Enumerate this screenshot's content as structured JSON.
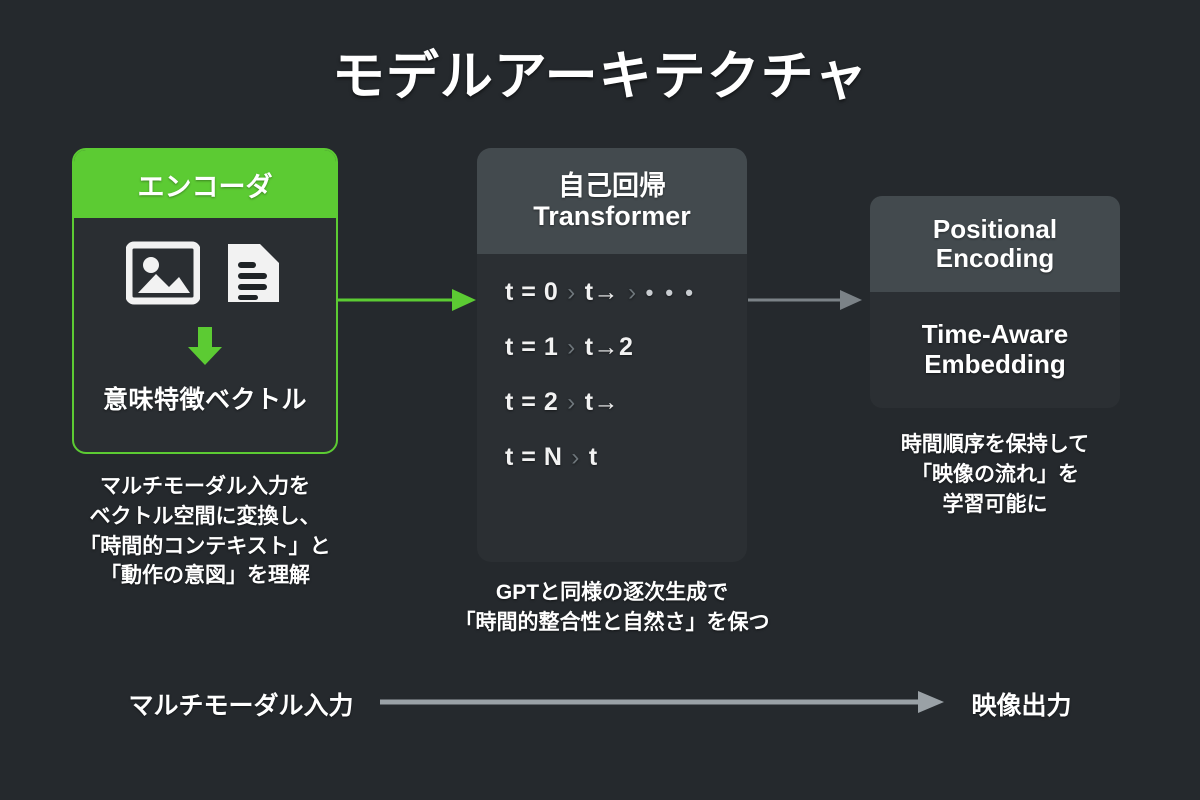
{
  "title": "モデルアーキテクチャ",
  "colors": {
    "background": "#25292d",
    "accent_green": "#5ccb33",
    "card_dark": "#2b2f33",
    "card_header_gray": "#434a4e",
    "text": "#ffffff",
    "muted_gray": "#8a9196"
  },
  "encoder": {
    "header": "エンコーダ",
    "icons": [
      "image-icon",
      "document-icon",
      "down-arrow-icon"
    ],
    "vector_label": "意味特徴ベクトル",
    "caption": [
      "マルチモーダル入力を",
      "ベクトル空間に変換し、",
      "「時間的コンテキスト」と",
      "「動作の意図」を理解"
    ]
  },
  "transformer": {
    "header_line1": "自己回帰",
    "header_line2": "Transformer",
    "steps": [
      {
        "label": "t = 0",
        "chevron": "›",
        "target": "t→",
        "dots": "• • •"
      },
      {
        "label": "t = 1",
        "chevron": "›",
        "target": "t→2",
        "dots": ""
      },
      {
        "label": "t = 2",
        "chevron": "›",
        "target": "t→",
        "dots": ""
      },
      {
        "label": "t = N",
        "chevron": "›",
        "target": "t",
        "dots": ""
      }
    ],
    "caption": [
      "GPTと同様の逐次生成で",
      "「時間的整合性と自然さ」を保つ"
    ]
  },
  "positional": {
    "header_line1": "Positional",
    "header_line2": "Encoding",
    "body_line1": "Time-Aware",
    "body_line2": "Embedding",
    "caption": [
      "時間順序を保持して",
      "「映像の流れ」を",
      "学習可能に"
    ]
  },
  "flow": {
    "input_label": "マルチモーダル入力",
    "output_label": "映像出力"
  }
}
